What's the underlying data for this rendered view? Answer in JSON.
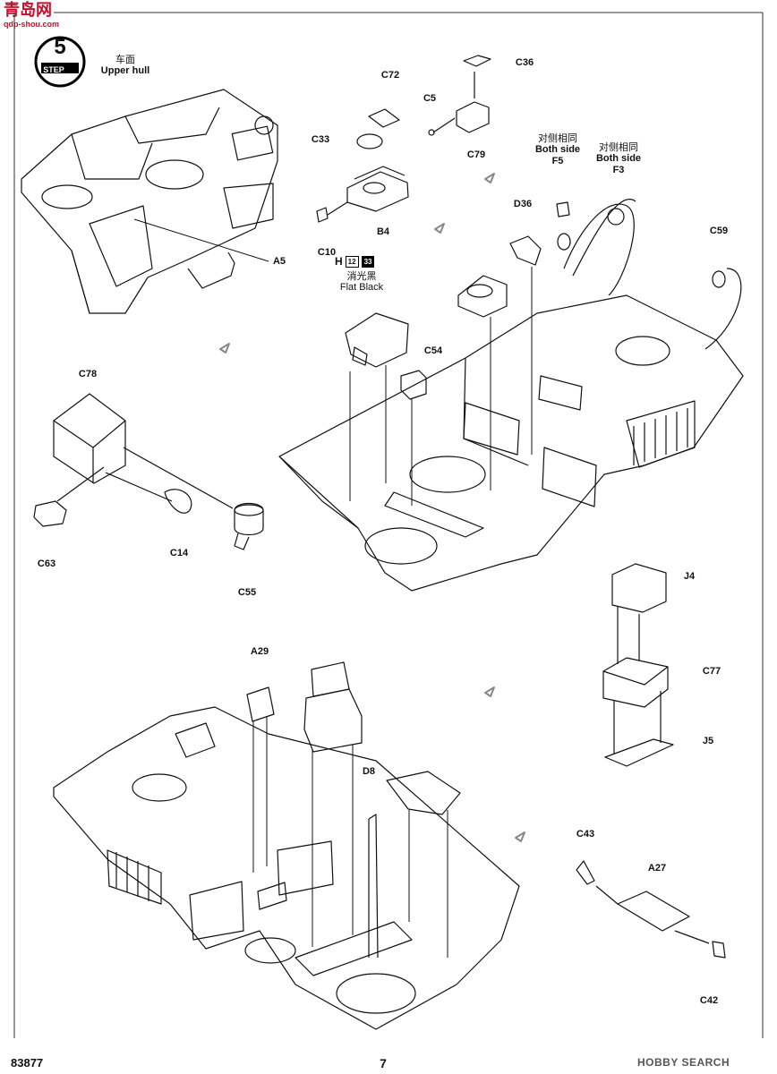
{
  "watermark": {
    "text": "青岛网",
    "sub": "qdp-shou.com"
  },
  "step": {
    "label": "STEP",
    "number": "5"
  },
  "upper_hull": {
    "zh": "车面",
    "en": "Upper hull"
  },
  "paint": {
    "code": "H",
    "num1": "12",
    "num2": "33",
    "zh": "消光黑",
    "en": "Flat Black"
  },
  "both_side_zh": "对侧相同",
  "both_side_en": "Both side",
  "parts": {
    "A5": "A5",
    "C72": "C72",
    "C36": "C36",
    "C33": "C33",
    "C5": "C5",
    "C79": "C79",
    "B4": "B4",
    "C10": "C10",
    "F5": "F5",
    "F3": "F3",
    "D36": "D36",
    "C59": "C59",
    "C54": "C54",
    "C78": "C78",
    "C63": "C63",
    "C14": "C14",
    "C55": "C55",
    "A29": "A29",
    "J4": "J4",
    "C77": "C77",
    "J5": "J5",
    "D8": "D8",
    "C43": "C43",
    "A27": "A27",
    "C42": "C42"
  },
  "footer": {
    "code": "83877",
    "page": "7",
    "source": "HOBBY SEARCH"
  }
}
